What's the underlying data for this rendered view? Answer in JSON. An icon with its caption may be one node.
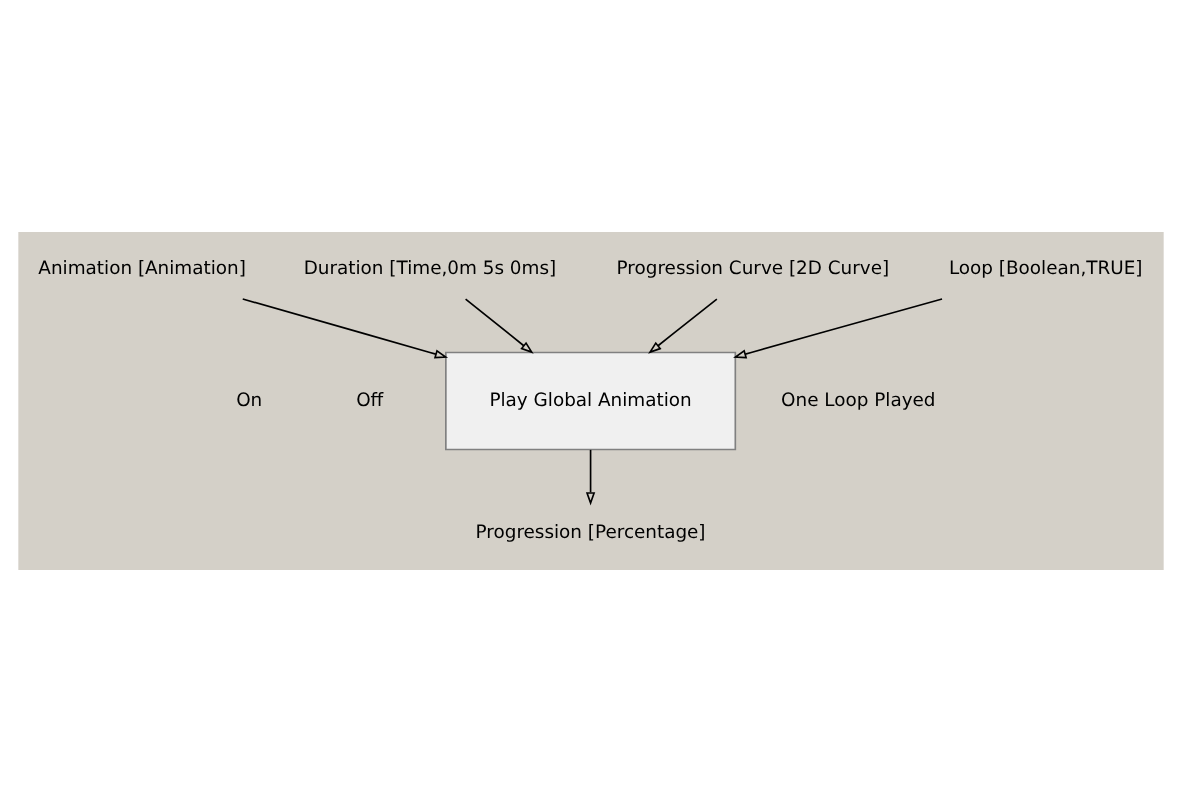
{
  "diagram": {
    "nodes": [
      {
        "text": [
          "Animation [Animation]"
        ]
      },
      {
        "text": [
          "Duration [Time,0m 5s 0ms]"
        ]
      },
      {
        "text": [
          "Progression Curve [2D Curve]"
        ]
      },
      {
        "text": [
          "Loop [Boolean,TRUE]"
        ]
      },
      {
        "text": [
          "Play Global Animation"
        ]
      },
      {
        "text": [
          "Progression [Percentage]"
        ]
      }
    ],
    "edges": [
      {
        "from": 0,
        "to": 4,
        "arrow": "to"
      },
      {
        "from": 1,
        "to": 4,
        "arrow": "to"
      },
      {
        "from": 2,
        "to": 4,
        "arrow": "to"
      },
      {
        "from": 3,
        "to": 4,
        "arrow": "to"
      },
      {
        "from": 4,
        "to": 5,
        "arrow": "to"
      }
    ],
    "labels": [
      "On",
      "Off",
      "One Loop Played"
    ]
  }
}
